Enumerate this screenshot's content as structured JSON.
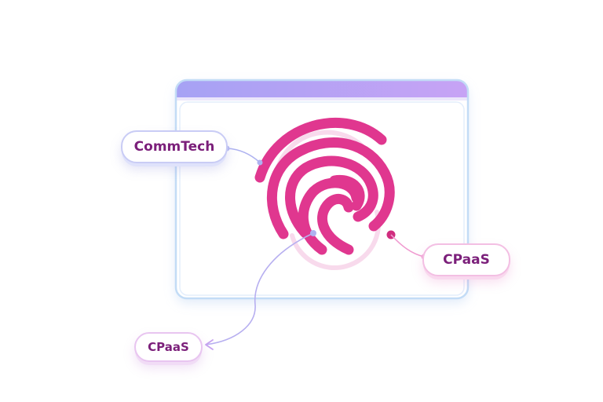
{
  "labels": {
    "commtech": "CommTech",
    "cpaas_right": "CPaaS",
    "cpaas_left": "CPaaS"
  },
  "icons": {
    "center": "fingerprint-icon"
  },
  "colors": {
    "fingerprint": "#e0378f",
    "window_header_start": "#a6a2f4",
    "window_header_end": "#c7a3f5",
    "window_border": "#c3dcf6",
    "label_text": "#7b1f7a",
    "connector_blue": "#aeb2f0",
    "connector_pink": "#f09ad0"
  }
}
